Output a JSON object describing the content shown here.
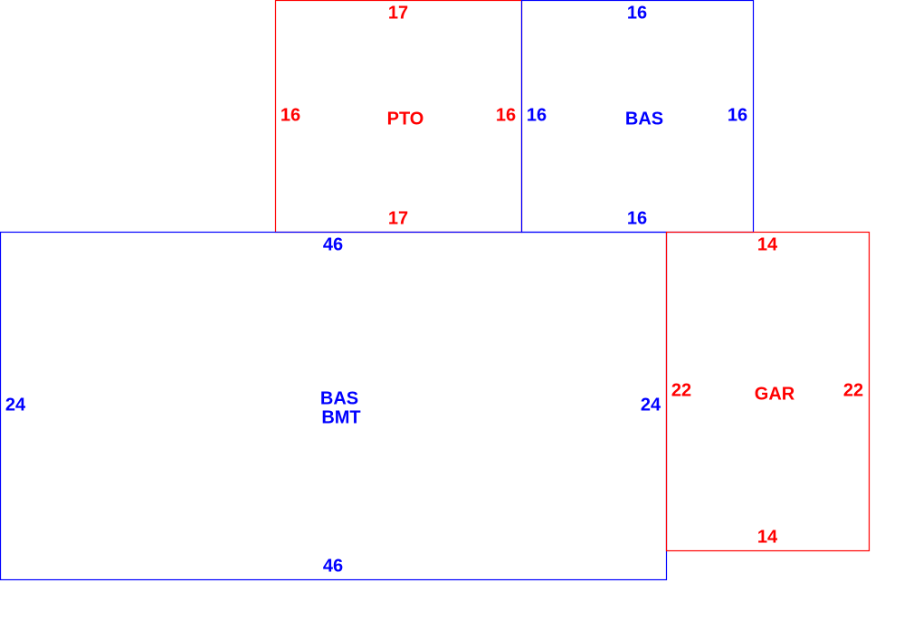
{
  "colors": {
    "red": "#ff0000",
    "blue": "#0000ff"
  },
  "areas": {
    "pto": {
      "label": "PTO",
      "top": "17",
      "bottom": "17",
      "left": "16",
      "right": "16"
    },
    "bas_upper": {
      "label": "BAS",
      "top": "16",
      "bottom": "16",
      "left": "16",
      "right": "16"
    },
    "bas_bmt": {
      "label_line1": "BAS",
      "label_line2": "BMT",
      "top": "46",
      "bottom": "46",
      "left": "24",
      "right": "24"
    },
    "gar": {
      "label": "GAR",
      "top": "14",
      "bottom": "14",
      "left": "22",
      "right": "22"
    }
  }
}
